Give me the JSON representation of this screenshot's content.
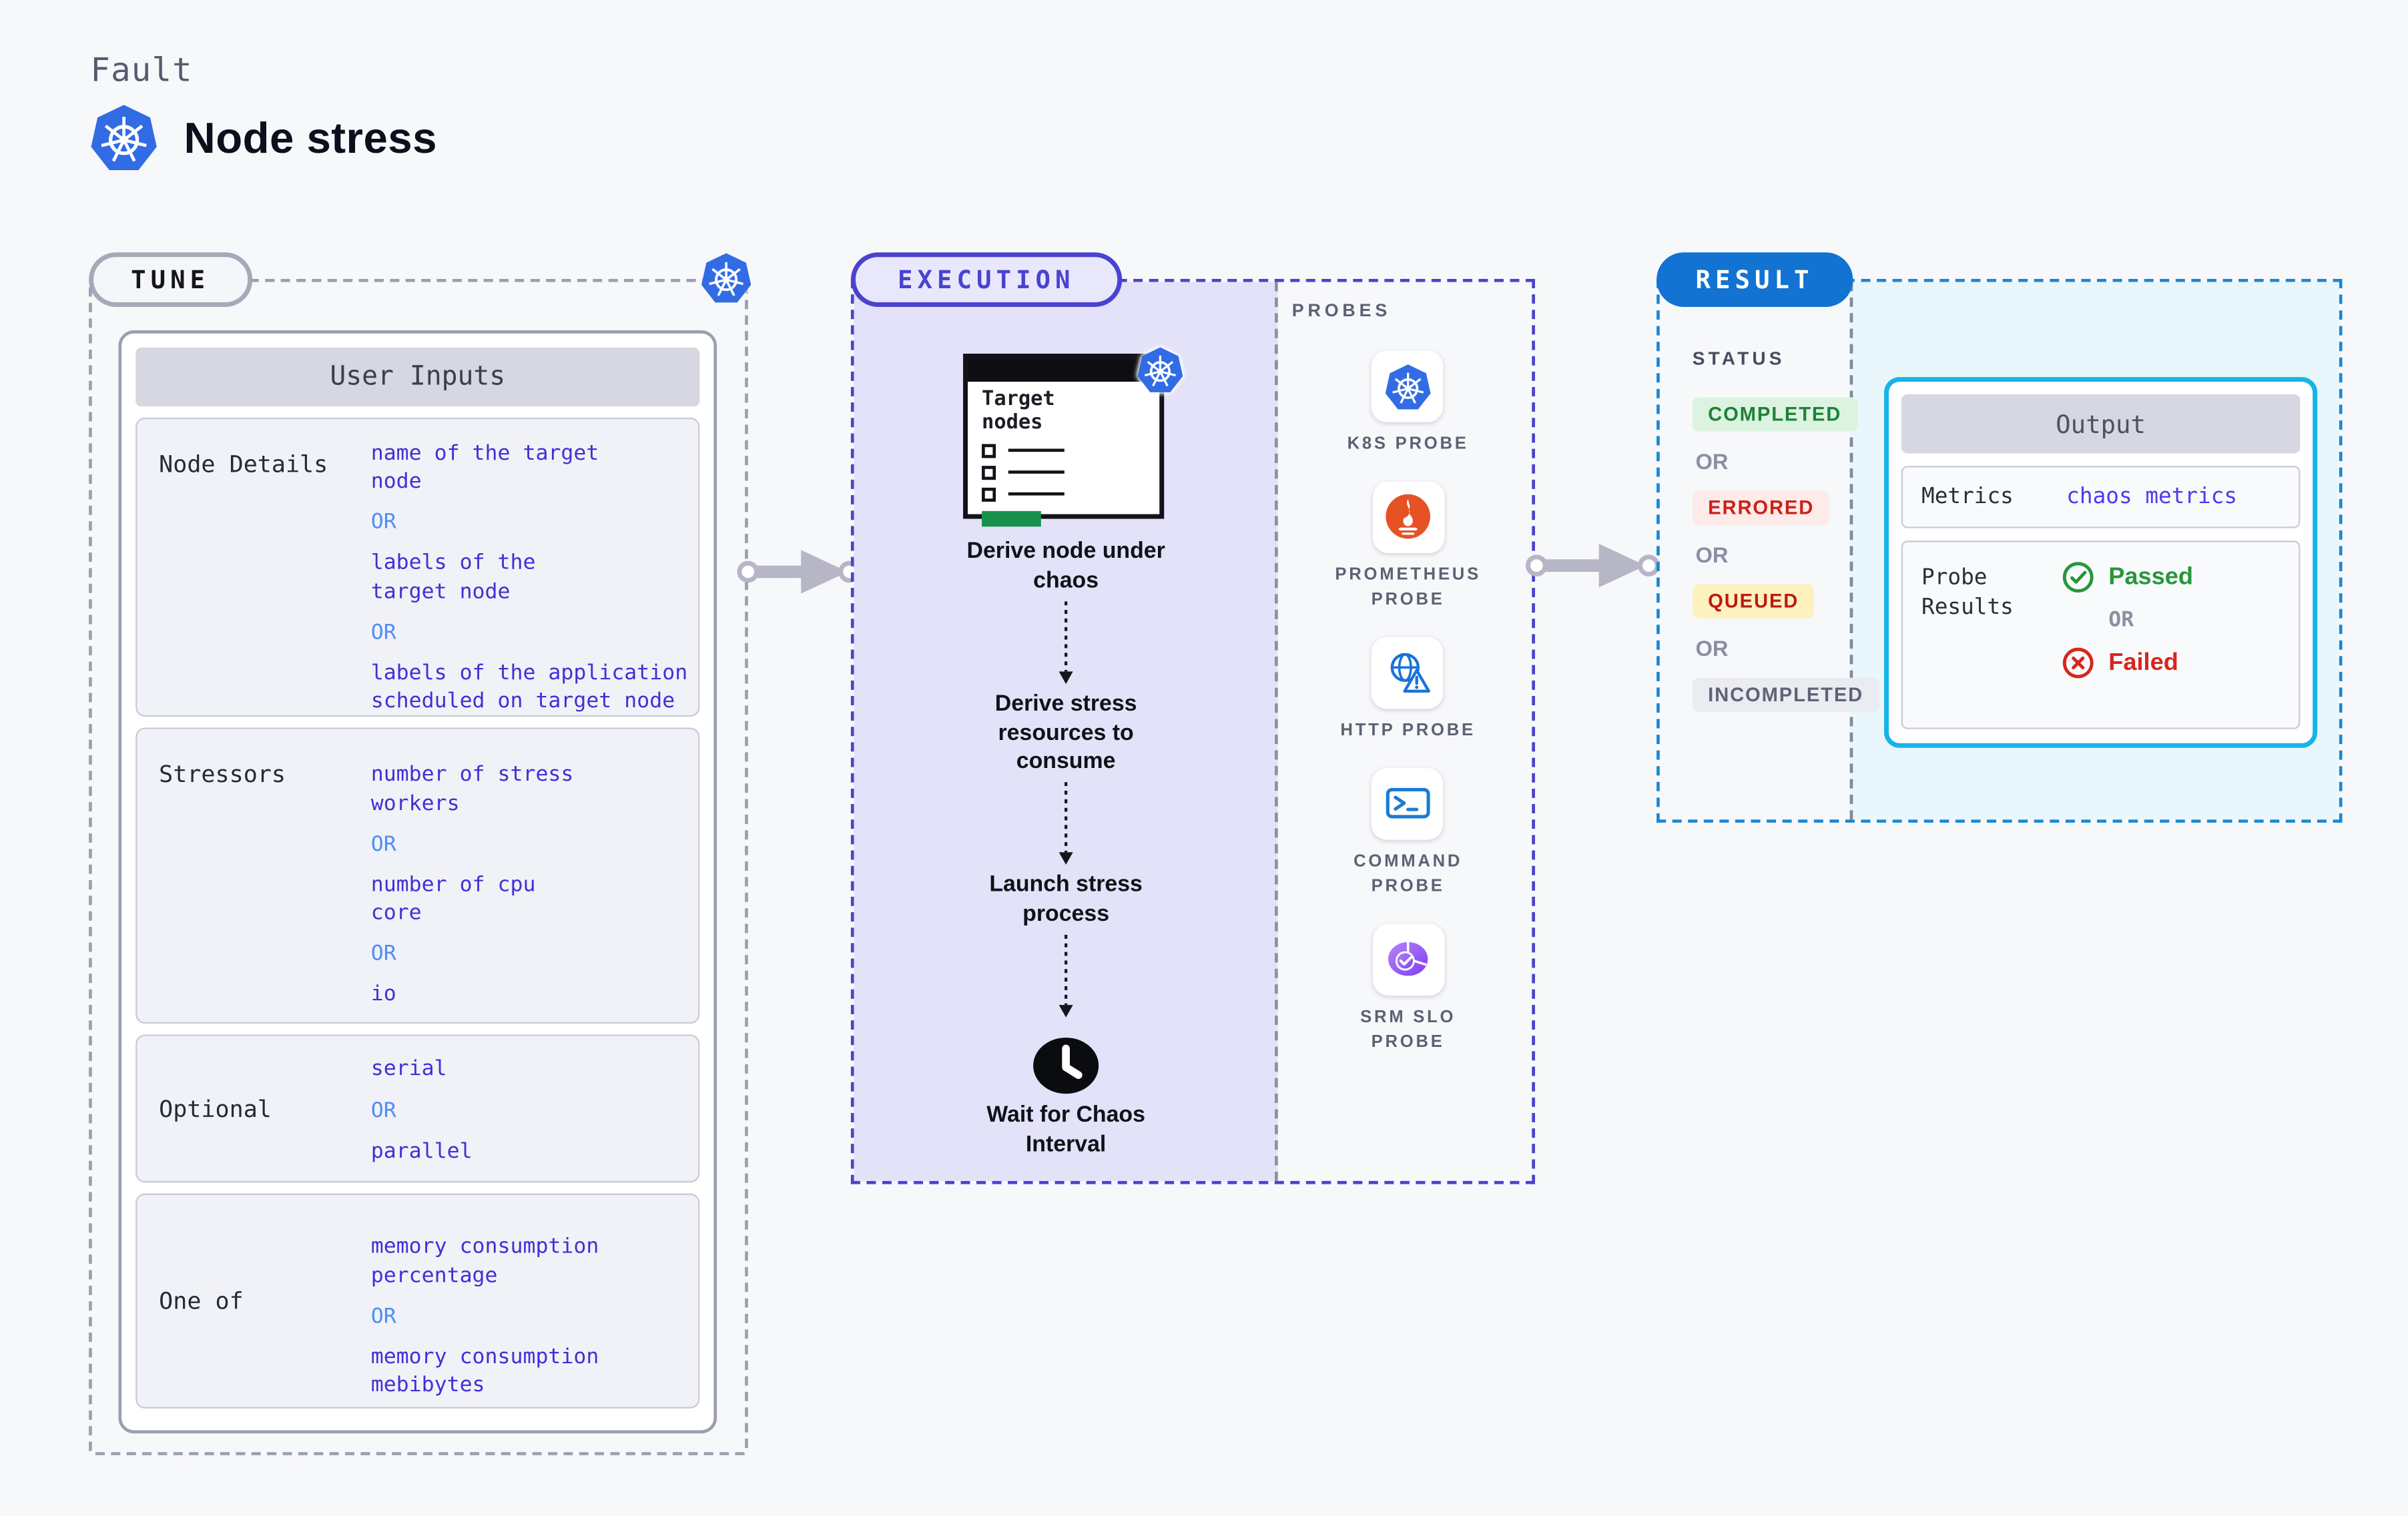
{
  "page": {
    "kicker": "Fault",
    "title": "Node stress"
  },
  "tune": {
    "badge": "TUNE",
    "table_title": "User Inputs",
    "or_label": "OR",
    "rows": [
      {
        "label": "Node Details",
        "options": [
          "name of the target\nnode",
          "labels of the\ntarget node",
          "labels of the application\nscheduled on target node"
        ]
      },
      {
        "label": "Stressors",
        "options": [
          "number of stress\nworkers",
          "number of cpu\ncore",
          "io"
        ]
      },
      {
        "label": "Optional",
        "options": [
          "serial",
          "parallel"
        ]
      },
      {
        "label": "One of",
        "options": [
          "memory consumption\npercentage",
          "memory consumption\nmebibytes"
        ]
      }
    ]
  },
  "execution": {
    "badge": "EXECUTION",
    "target_card_title": "Target\nnodes",
    "steps": [
      "Derive node under\nchaos",
      "Derive stress\nresources to\nconsume",
      "Launch stress\nprocess",
      "Wait for Chaos\nInterval"
    ]
  },
  "probes": {
    "title": "PROBES",
    "items": [
      {
        "icon": "kubernetes-icon",
        "label": "K8S PROBE"
      },
      {
        "icon": "prometheus-icon",
        "label": "PROMETHEUS\nPROBE"
      },
      {
        "icon": "http-probe-icon",
        "label": "HTTP PROBE"
      },
      {
        "icon": "command-probe-icon",
        "label": "COMMAND\nPROBE"
      },
      {
        "icon": "srm-slo-icon",
        "label": "SRM SLO\nPROBE"
      }
    ]
  },
  "result": {
    "badge": "RESULT",
    "status_title": "STATUS",
    "or_label": "OR",
    "statuses": [
      {
        "label": "COMPLETED",
        "fg": "#1d8235",
        "bg": "#ddf3e1"
      },
      {
        "label": "ERRORED",
        "fg": "#cc2118",
        "bg": "#fcebe9"
      },
      {
        "label": "QUEUED",
        "fg": "#c01a10",
        "bg": "#fdf1c0"
      },
      {
        "label": "INCOMPLETED",
        "fg": "#5d6475",
        "bg": "#ebecf2"
      }
    ],
    "output": {
      "title": "Output",
      "metrics_label": "Metrics",
      "metrics_value": "chaos metrics",
      "probe_results_label": "Probe\nResults",
      "passed_label": "Passed",
      "failed_label": "Failed"
    }
  },
  "colors": {
    "page_bg": "#f7f8fa",
    "accent_indigo": "#4a43cf",
    "execution_panel_bg": "#e3e2f8",
    "result_badge_blue": "#1273d2",
    "result_border_blue": "#1787d8",
    "output_border_cyan": "#18b3e8",
    "output_panel_bg": "#e9f6fc",
    "value_text": "#4130d6",
    "or_text": "#4f8ef7",
    "passed_green": "#27963c",
    "failed_red": "#d7261d",
    "kubernetes_blue": "#326ce5",
    "prometheus_orange": "#e75225",
    "arrow_gray": "#b6b6c6"
  }
}
